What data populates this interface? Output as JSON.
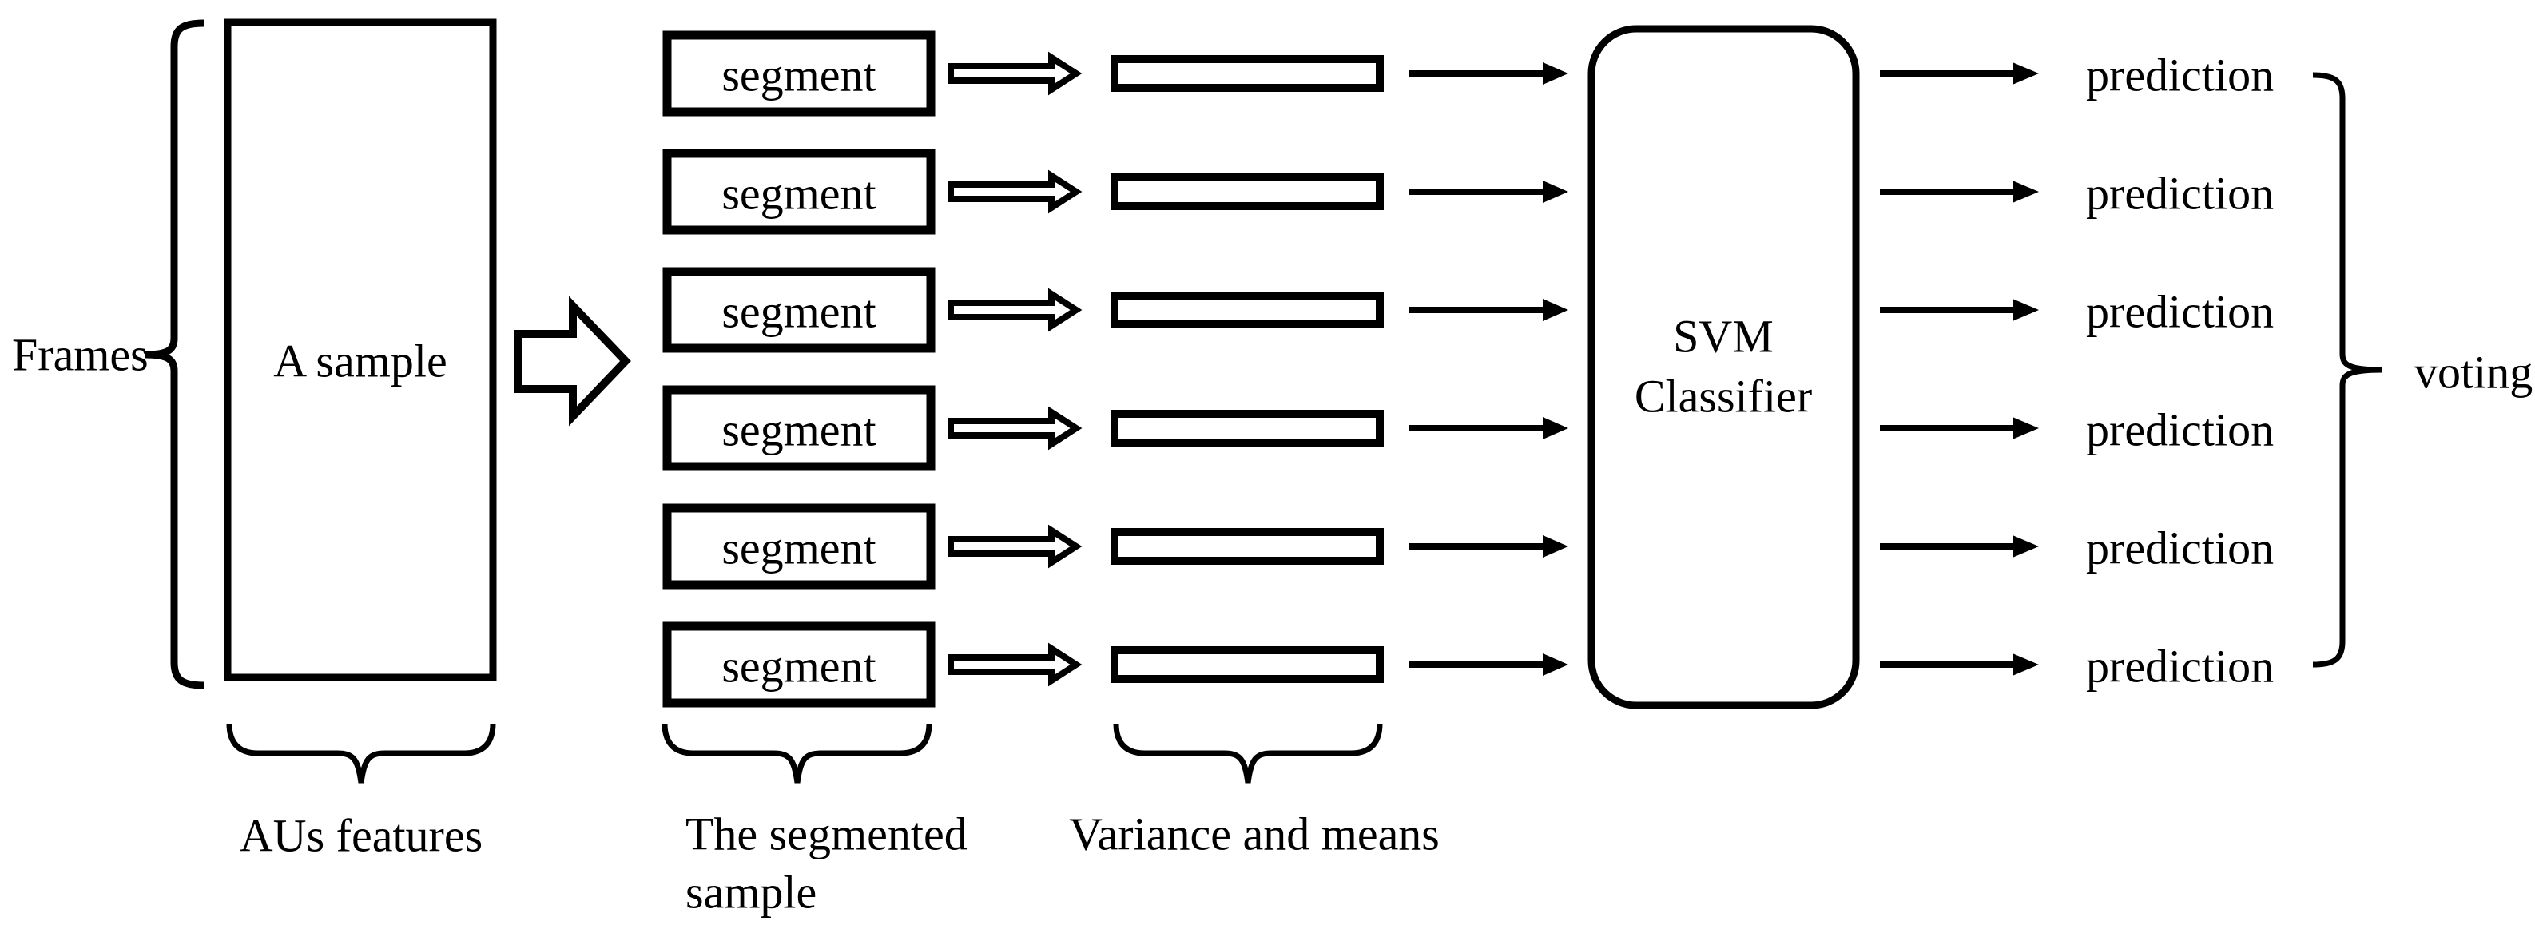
{
  "diagram": {
    "colors": {
      "ink": "#000000",
      "background": "#ffffff"
    },
    "frames": {
      "label": "Frames"
    },
    "sample": {
      "label": "A sample",
      "caption": "AUs features"
    },
    "segmented": {
      "caption_line1": "The segmented",
      "caption_line2": "sample"
    },
    "bars": {
      "caption": "Variance and means"
    },
    "classifier": {
      "line1": "SVM",
      "line2": "Classifier"
    },
    "voting": {
      "label": "voting"
    },
    "rows": [
      {
        "segment_label": "segment",
        "prediction_label": "prediction"
      },
      {
        "segment_label": "segment",
        "prediction_label": "prediction"
      },
      {
        "segment_label": "segment",
        "prediction_label": "prediction"
      },
      {
        "segment_label": "segment",
        "prediction_label": "prediction"
      },
      {
        "segment_label": "segment",
        "prediction_label": "prediction"
      },
      {
        "segment_label": "segment",
        "prediction_label": "prediction"
      }
    ]
  }
}
